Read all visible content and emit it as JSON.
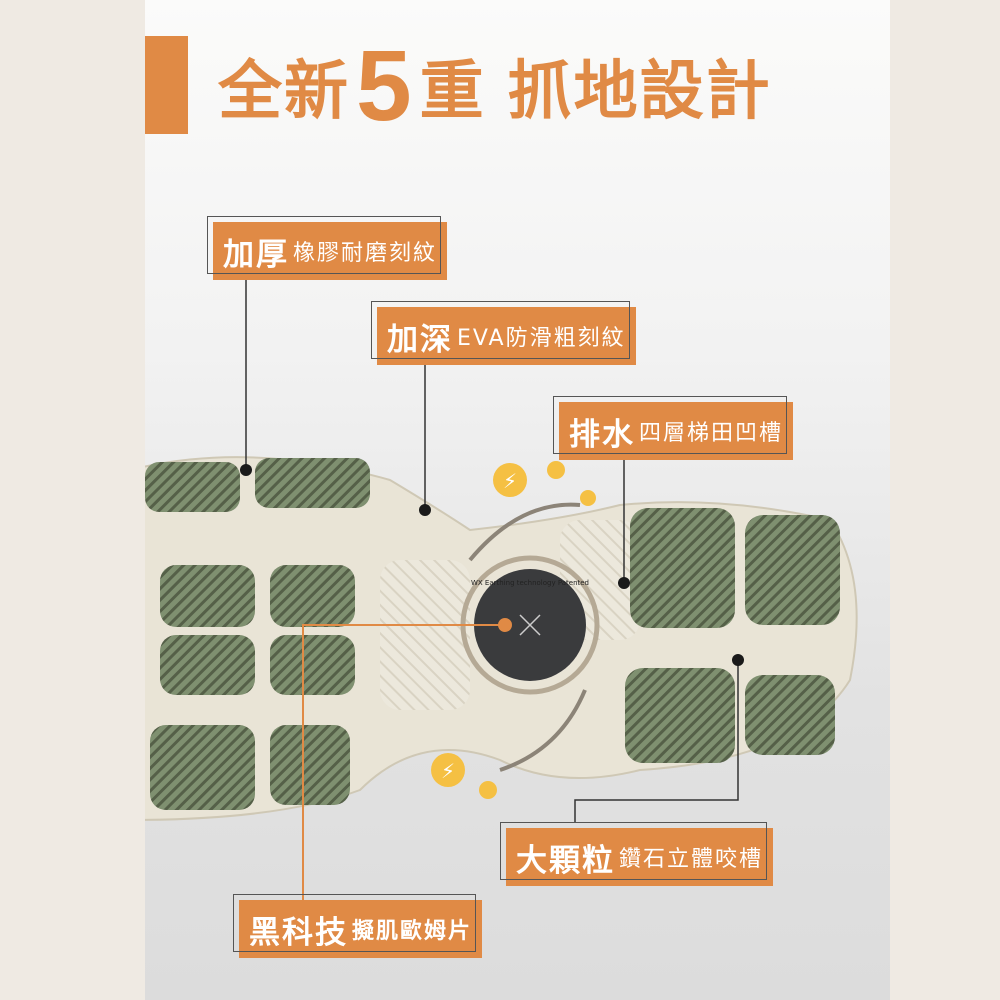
{
  "title": {
    "prefix": "全新",
    "number": "5",
    "suffix": "重",
    "rest": "抓地設計"
  },
  "labels": [
    {
      "bold": "加厚",
      "sub": "橡膠耐磨刻紋"
    },
    {
      "bold": "加深",
      "sub": "EVA防滑粗刻紋"
    },
    {
      "bold": "排水",
      "sub": "四層梯田凹槽"
    },
    {
      "bold": "大顆粒",
      "sub": "鑽石立體咬槽"
    },
    {
      "bold": "黑科技",
      "sub": "擬肌歐姆片"
    }
  ],
  "disc_text": "WX Earthing technology Patented",
  "colors": {
    "accent": "#e08a45",
    "rubber": "#7f9070",
    "foam": "#e9e4d6",
    "disc": "#3a3b3d"
  }
}
